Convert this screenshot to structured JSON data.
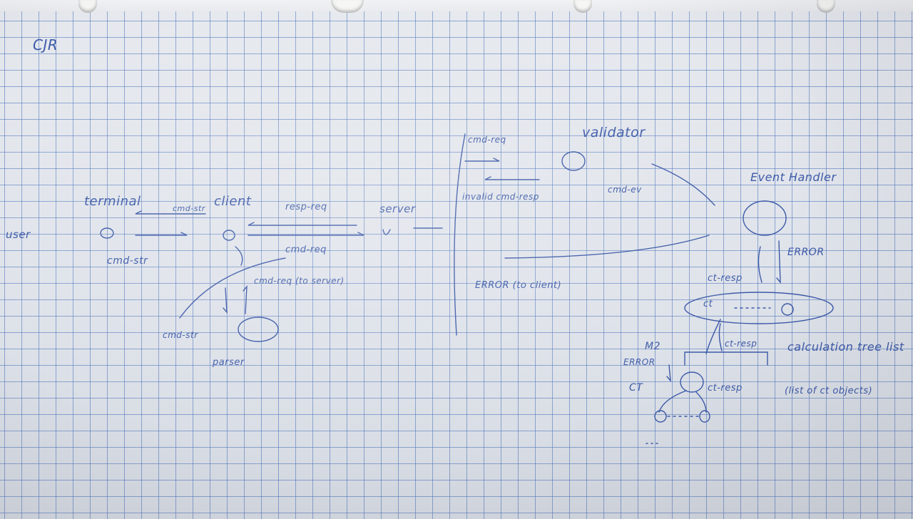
{
  "labels": {
    "corner": "CJR",
    "user": "user",
    "terminal": "terminal",
    "cmd_str_top": "cmd-str",
    "cmd_str_bottom": "cmd-str",
    "client": "client",
    "resp_req": "resp-req",
    "server": "server",
    "cmd_req": "cmd-req",
    "cmd_req_server": "cmd-req (to server)",
    "parser_cmd_str": "cmd-str",
    "parser": "parser",
    "cmd_req_validator": "cmd-req",
    "validator": "validator",
    "invalid_cmd_resp": "invalid cmd-resp",
    "cmd_ev": "cmd-ev",
    "event_handler": "Event Handler",
    "error_to_client": "ERROR (to client)",
    "error_eh": "ERROR",
    "ct_resp": "ct-resp",
    "ct": "ct",
    "ct_resp2": "ct-resp",
    "calculation_tree_list": "calculation tree list",
    "m2": "M2",
    "error_m2": "ERROR",
    "ct_m2": "CT",
    "ct_resp3": "ct-resp",
    "list_of_ct_objects": "(list of ct objects)"
  },
  "colors": {
    "ink": "#3d5aa8",
    "grid": "#466eb9",
    "paper": "#e6e9ee"
  }
}
